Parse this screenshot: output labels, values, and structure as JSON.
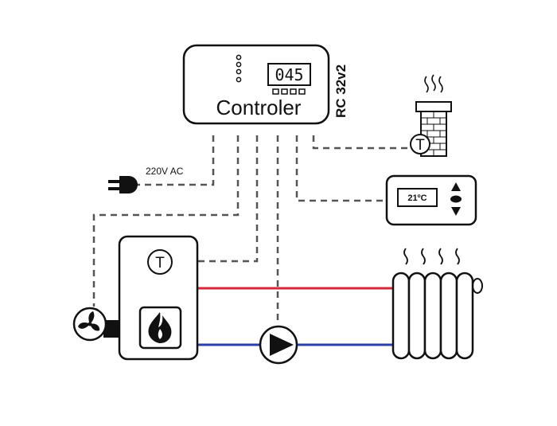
{
  "controller": {
    "label": "Controler",
    "model": "RC 32v2",
    "display_value": "045"
  },
  "power": {
    "label": "220V AC"
  },
  "room_thermostat": {
    "display": "21ºC"
  },
  "sensors": {
    "boiler_sensor": "T",
    "chimney_sensor": "T"
  },
  "colors": {
    "supply_pipe": "#d22a3a",
    "return_pipe": "#2a3fa8",
    "wiring": "#555555",
    "outline": "#111111"
  }
}
